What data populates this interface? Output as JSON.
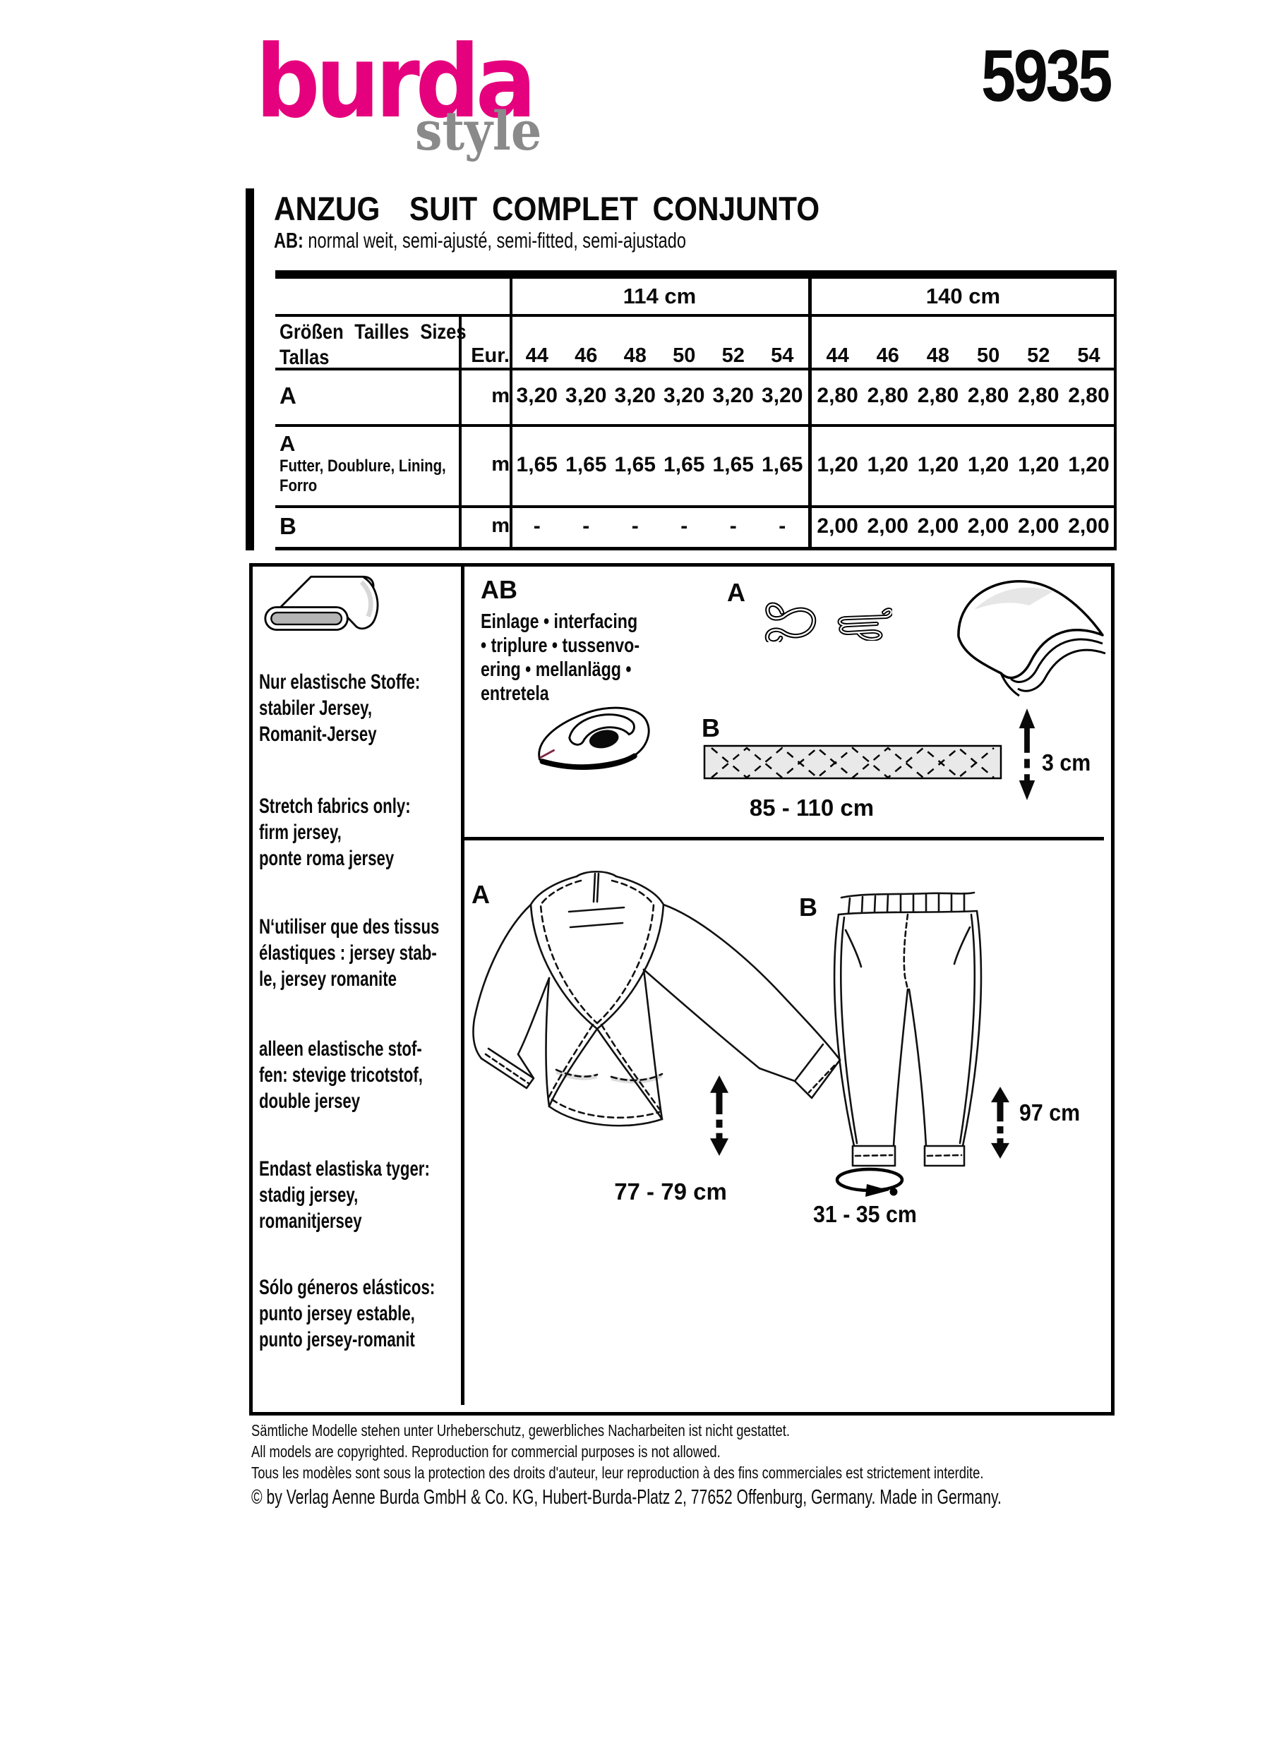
{
  "brand": {
    "logo_main": "burda",
    "logo_sub": "style",
    "pattern_number": "5935",
    "pink": "#e5007d",
    "gray": "#8a8a8a"
  },
  "title": {
    "heading": "ANZUG  SUIT COMPLET CONJUNTO",
    "ab_label": "AB:",
    "subtitle": " normal weit, semi-ajusté, semi-fitted, semi-ajustado"
  },
  "size_table": {
    "width_groups": [
      "114 cm",
      "140 cm"
    ],
    "row_header": {
      "line1": "Größen Tailles Sizes",
      "line2": "Tallas",
      "unit_col": "Eur."
    },
    "sizes": [
      "44",
      "46",
      "48",
      "50",
      "52",
      "54"
    ],
    "rows": [
      {
        "label": "A",
        "sublabel_lines": [],
        "unit": "m",
        "values_114": [
          "3,20",
          "3,20",
          "3,20",
          "3,20",
          "3,20",
          "3,20"
        ],
        "values_140": [
          "2,80",
          "2,80",
          "2,80",
          "2,80",
          "2,80",
          "2,80"
        ]
      },
      {
        "label": "A",
        "sublabel_lines": [
          "Futter, Doublure, Lining,",
          "Forro"
        ],
        "unit": "m",
        "values_114": [
          "1,65",
          "1,65",
          "1,65",
          "1,65",
          "1,65",
          "1,65"
        ],
        "values_140": [
          "1,20",
          "1,20",
          "1,20",
          "1,20",
          "1,20",
          "1,20"
        ]
      },
      {
        "label": "B",
        "sublabel_lines": [],
        "unit": "m",
        "values_114": [
          "-",
          "-",
          "-",
          "-",
          "-",
          "-"
        ],
        "values_140": [
          "2,00",
          "2,00",
          "2,00",
          "2,00",
          "2,00",
          "2,00"
        ]
      }
    ]
  },
  "fabric_advice": {
    "blocks": [
      {
        "lines": [
          "Nur elastische Stoffe:",
          "stabiler Jersey,",
          "Romanit-Jersey"
        ]
      },
      {
        "lines": [
          "Stretch fabrics only:",
          "firm jersey,",
          "ponte roma jersey"
        ]
      },
      {
        "lines": [
          "N‘utiliser que des tissus",
          "élastiques : jersey stab-",
          "le, jersey romanite"
        ]
      },
      {
        "lines": [
          "alleen elastische stof-",
          "fen: stevige tricotstof,",
          "double jersey"
        ]
      },
      {
        "lines": [
          "Endast elastiska tyger:",
          "stadig jersey,",
          "romanitjersey"
        ]
      },
      {
        "lines": [
          "Sólo géneros elásticos:",
          "punto jersey estable,",
          "punto jersey-romanit"
        ]
      }
    ]
  },
  "notions": {
    "heading": "AB",
    "interfacing_lines": [
      "Einlage • interfacing",
      "• triplure • tussenvo-",
      "ering • mellanlägg •",
      "entretela"
    ],
    "label_a": "A",
    "label_b": "B",
    "strip_width_label": "85 - 110 cm",
    "strip_height_label": "3 cm"
  },
  "garments": {
    "label_a": "A",
    "label_b": "B",
    "jacket_length_label": "77 - 79 cm",
    "pants_length_label": "97 cm",
    "ankle_girth_label": "31 - 35 cm"
  },
  "footer": {
    "lines": [
      "Sämtliche Modelle stehen unter Urheberschutz, gewerbliches Nacharbeiten ist nicht gestattet.",
      "All models are copyrighted. Reproduction for commercial purposes is not allowed.",
      "Tous les modèles sont sous la protection des droits d'auteur, leur reproduction à des fins commerciales est strictement interdite.",
      "© by Verlag Aenne Burda GmbH & Co. KG, Hubert-Burda-Platz 2, 77652 Offenburg, Germany. Made in Germany."
    ]
  }
}
